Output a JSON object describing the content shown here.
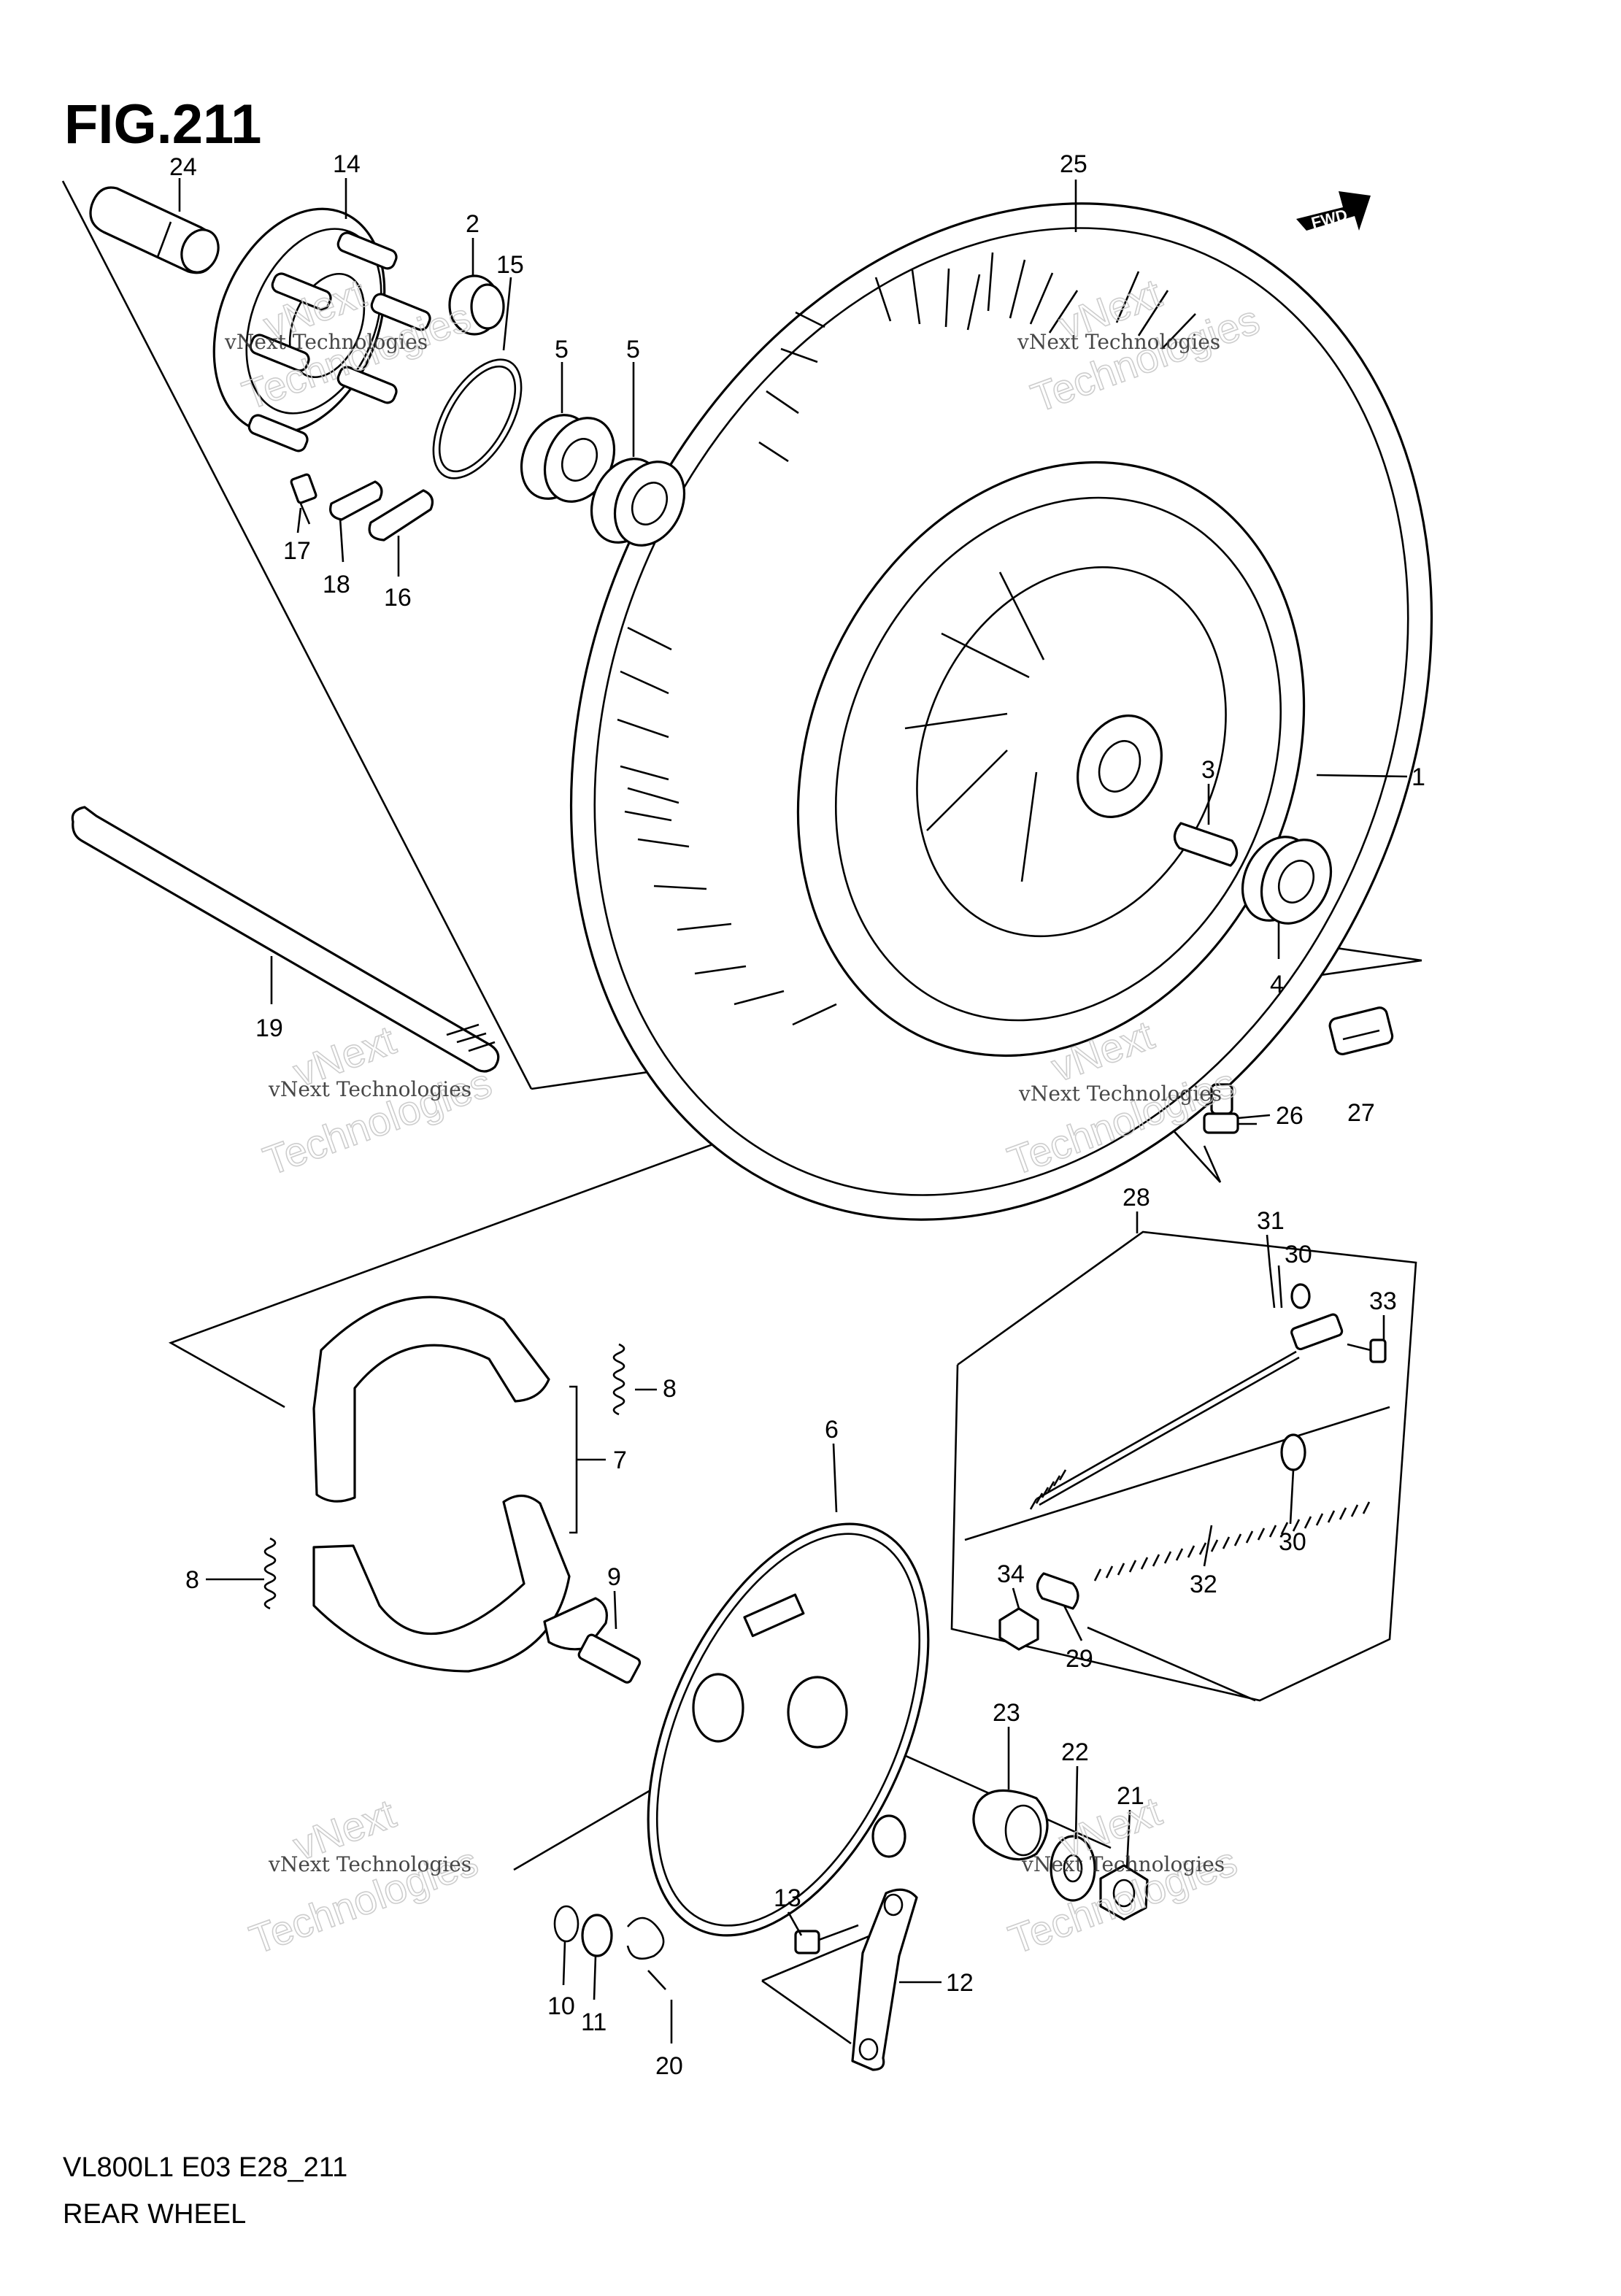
{
  "figure": {
    "title": "FIG.211",
    "model_code": "VL800L1 E03 E28_211",
    "name": "REAR WHEEL"
  },
  "fwd_badge": "FWD",
  "watermark": {
    "line1": "vNext Technologies",
    "line2": "vNext",
    "line3": "Technologies"
  },
  "callouts": [
    {
      "id": "c24",
      "text": "24"
    },
    {
      "id": "c14",
      "text": "14"
    },
    {
      "id": "c2",
      "text": "2"
    },
    {
      "id": "c15",
      "text": "15"
    },
    {
      "id": "c5a",
      "text": "5"
    },
    {
      "id": "c5b",
      "text": "5"
    },
    {
      "id": "c25",
      "text": "25"
    },
    {
      "id": "c17",
      "text": "17"
    },
    {
      "id": "c18",
      "text": "18"
    },
    {
      "id": "c16",
      "text": "16"
    },
    {
      "id": "c3",
      "text": "3"
    },
    {
      "id": "c1",
      "text": "1"
    },
    {
      "id": "c4",
      "text": "4"
    },
    {
      "id": "c19",
      "text": "19"
    },
    {
      "id": "c27",
      "text": "27"
    },
    {
      "id": "c26",
      "text": "26"
    },
    {
      "id": "c28",
      "text": "28"
    },
    {
      "id": "c31",
      "text": "31"
    },
    {
      "id": "c30a",
      "text": "30"
    },
    {
      "id": "c33",
      "text": "33"
    },
    {
      "id": "c8a",
      "text": "8"
    },
    {
      "id": "c7",
      "text": "7"
    },
    {
      "id": "c6",
      "text": "6"
    },
    {
      "id": "c30b",
      "text": "30"
    },
    {
      "id": "c8b",
      "text": "8"
    },
    {
      "id": "c34",
      "text": "34"
    },
    {
      "id": "c32",
      "text": "32"
    },
    {
      "id": "c9",
      "text": "9"
    },
    {
      "id": "c29",
      "text": "29"
    },
    {
      "id": "c23",
      "text": "23"
    },
    {
      "id": "c22",
      "text": "22"
    },
    {
      "id": "c21",
      "text": "21"
    },
    {
      "id": "c13",
      "text": "13"
    },
    {
      "id": "c12",
      "text": "12"
    },
    {
      "id": "c10",
      "text": "10"
    },
    {
      "id": "c11",
      "text": "11"
    },
    {
      "id": "c20",
      "text": "20"
    }
  ]
}
